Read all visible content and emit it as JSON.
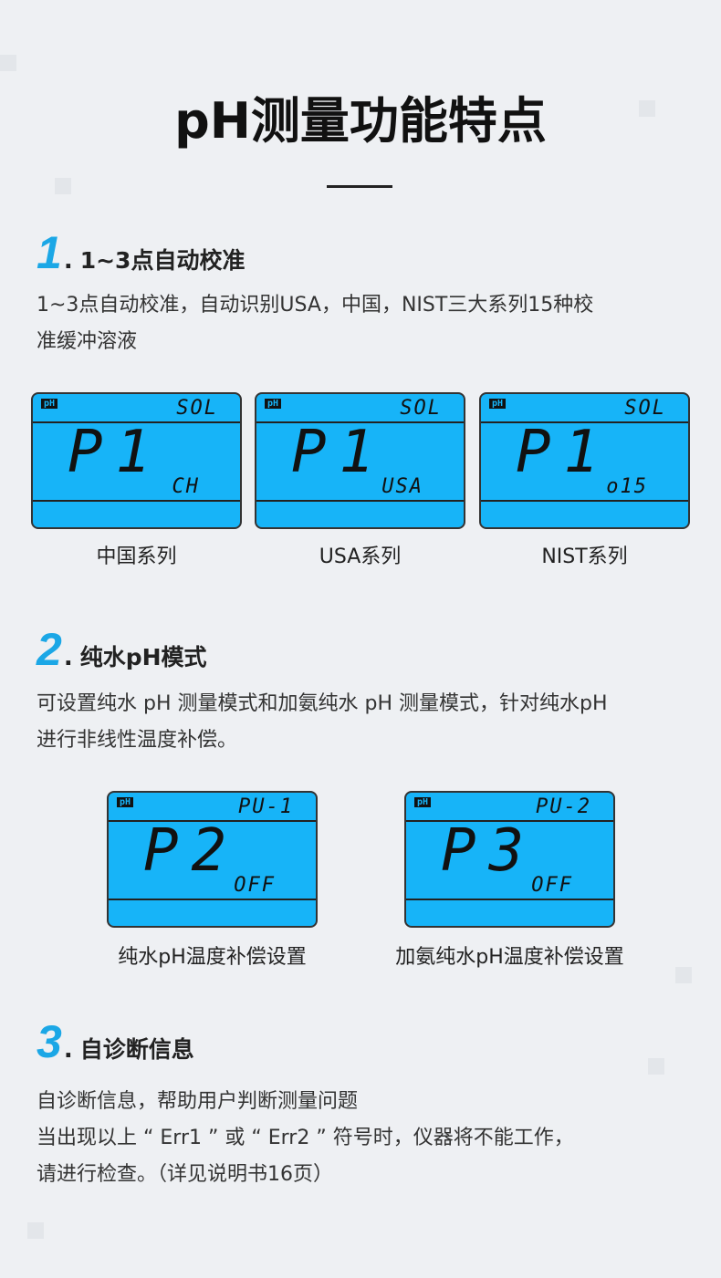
{
  "title": "pH测量功能特点",
  "sections": [
    {
      "num": "1",
      "title": "1~3点自动校准",
      "lines": [
        "1~3点自动校准，自动识别USA，中国，NIST三大系列15种校",
        "准缓冲溶液"
      ],
      "displays": [
        {
          "badge": "pH",
          "top": "SOL",
          "main": "P1",
          "sub": "CH",
          "caption": "中国系列"
        },
        {
          "badge": "pH",
          "top": "SOL",
          "main": "P1",
          "sub": "USA",
          "caption": "USA系列"
        },
        {
          "badge": "pH",
          "top": "SOL",
          "main": "P1",
          "sub": "o15",
          "caption": "NIST系列"
        }
      ]
    },
    {
      "num": "2",
      "title": "纯水pH模式",
      "lines": [
        "可设置纯水 pH 测量模式和加氨纯水 pH 测量模式，针对纯水pH",
        "进行非线性温度补偿。"
      ],
      "displays": [
        {
          "badge": "pH",
          "top": "PU-1",
          "main": "P2",
          "sub": "OFF",
          "caption": "纯水pH温度补偿设置"
        },
        {
          "badge": "pH",
          "top": "PU-2",
          "main": "P3",
          "sub": "OFF",
          "caption": "加氨纯水pH温度补偿设置"
        }
      ]
    },
    {
      "num": "3",
      "title": "自诊断信息",
      "lines": [
        "自诊断信息，帮助用户判断测量问题",
        "当出现以上 “ Err1 ” 或 “ Err2 ” 符号时，仪器将不能工作，",
        "请进行检查。（详见说明书16页）"
      ]
    }
  ],
  "colors": {
    "accent": "#1ba7e6",
    "lcd": "#17b4f8"
  }
}
